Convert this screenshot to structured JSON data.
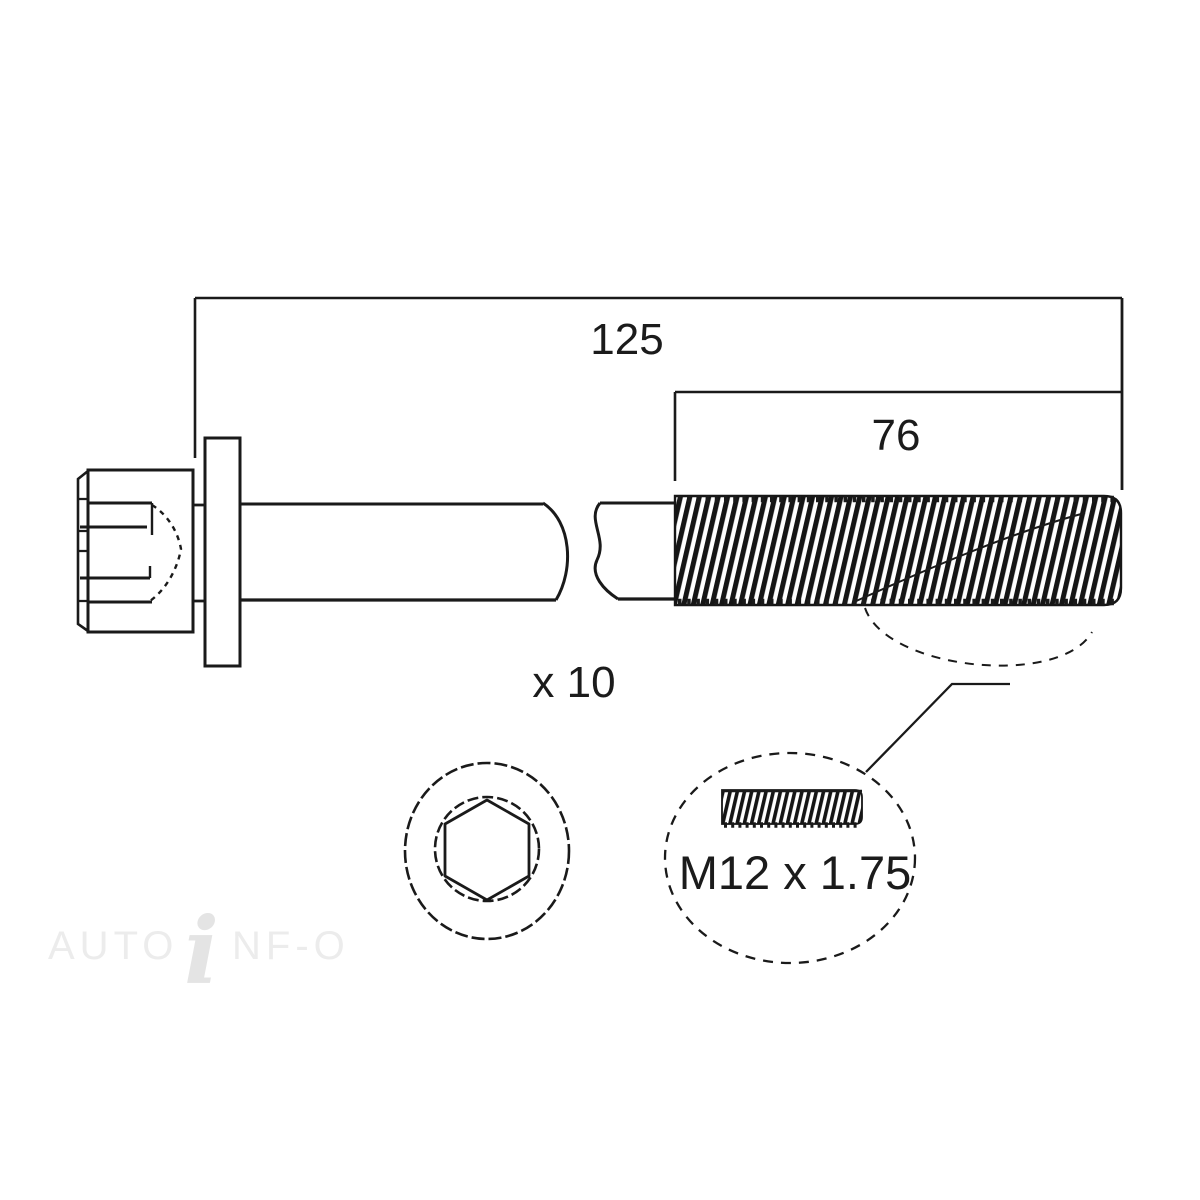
{
  "diagram": {
    "dim_overall_length": "125",
    "dim_thread_length": "76",
    "quantity_label": "x 10",
    "thread_spec_label": "M12 x 1.75"
  },
  "watermark": {
    "left": "AUTO",
    "mid": "i",
    "right": "NF-O"
  },
  "colors": {
    "line": "#1a1a1a",
    "background": "#ffffff",
    "watermark_light": "#ececec",
    "watermark_i": "#e4e4e4"
  }
}
